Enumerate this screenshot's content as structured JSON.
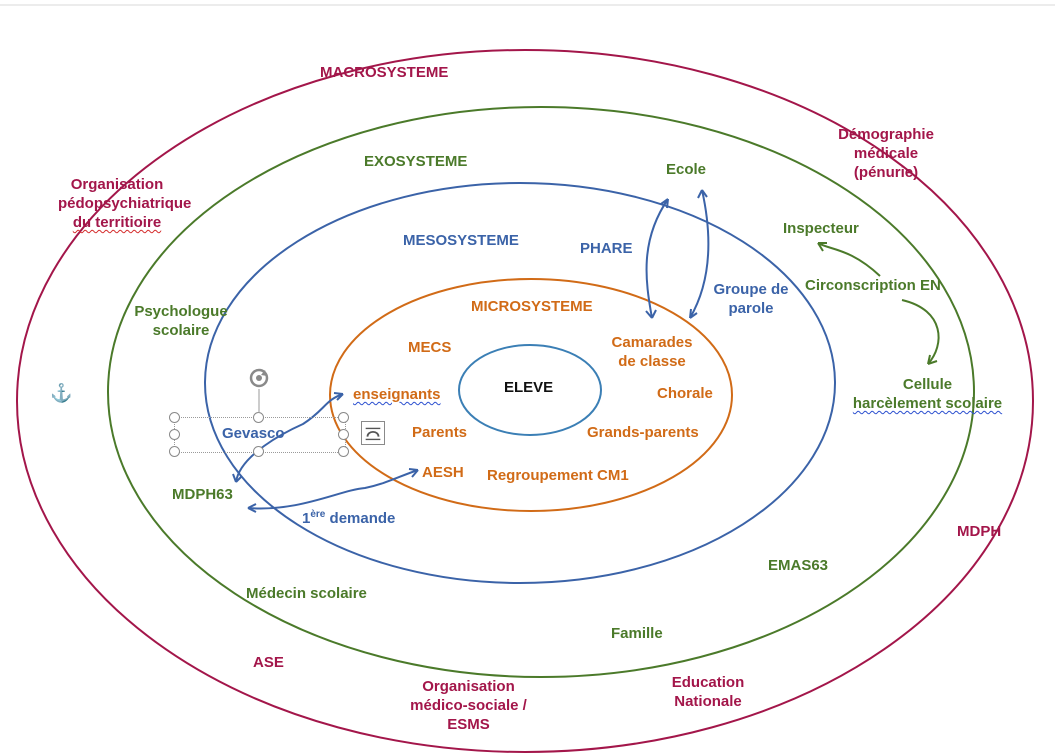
{
  "macro": {
    "title": "MACROSYSTEME",
    "items": [
      "Organisation\npédopsychiatrique\ndu territioire",
      "Démographie\nmédicale\n(pénurie)",
      "MDPH",
      "ASE",
      "Organisation\nmédico-sociale /\nESMS",
      "Education\nNationale"
    ]
  },
  "exo": {
    "title": "EXOSYSTEME",
    "items": [
      "Ecole",
      "Inspecteur",
      "Circonscription EN",
      "Cellule\nharcèlement scolaire",
      "Psychologue\nscolaire",
      "MDPH63",
      "EMAS63",
      "Médecin scolaire",
      "Famille"
    ]
  },
  "meso": {
    "title": "MESOSYSTEME",
    "items": [
      "PHARE",
      "Groupe de\nparole",
      "Gevasco",
      "1",
      "ère",
      " demande"
    ]
  },
  "micro": {
    "title": "MICROSYSTEME",
    "items": [
      "MECS",
      "Camarades\nde classe",
      "enseignants",
      "Chorale",
      "Parents",
      "Grands-parents",
      "AESH",
      "Regroupement CM1"
    ]
  },
  "core": {
    "label": "ELEVE"
  },
  "colors": {
    "macro": "#a3164a",
    "exo": "#4b7a2a",
    "meso": "#3b63a8",
    "micro": "#d16b17",
    "core": "#3b7fb5"
  },
  "icons": [
    "anchor-icon",
    "rotate-handle-icon",
    "layout-options-icon"
  ]
}
